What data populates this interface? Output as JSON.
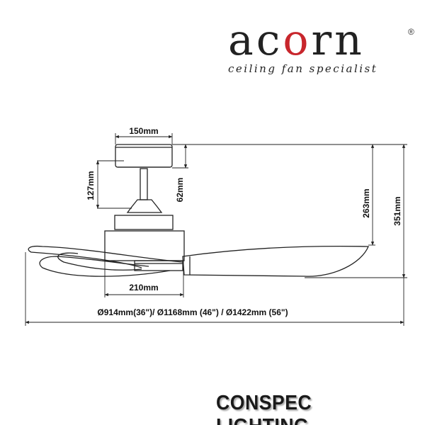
{
  "logo": {
    "brand": "acorn",
    "registered": "®",
    "tagline": "ceiling fan specialist",
    "accent_color": "#c8262c"
  },
  "dimensions": {
    "canopy_width": "150mm",
    "downrod_length": "127mm",
    "canopy_to_motor": "62mm",
    "height_to_blade": "263mm",
    "total_height": "351mm",
    "motor_width": "210mm",
    "blade_span": "Ø914mm(36\")/ Ø1168mm (46\") / Ø1422mm (56\")"
  },
  "footer": {
    "brand": "CONSPEC LIGHTING"
  }
}
